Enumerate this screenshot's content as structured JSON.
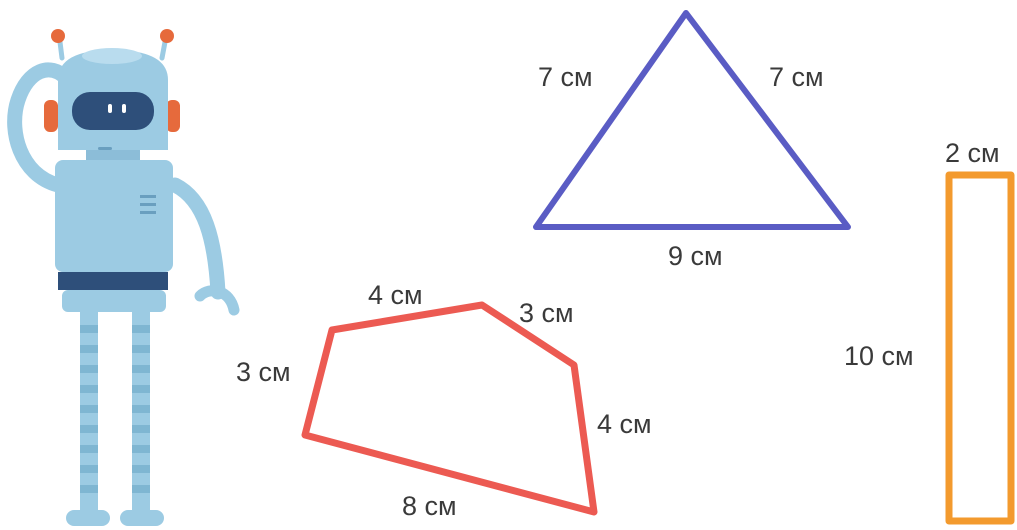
{
  "colors": {
    "triangle": "#5a5cc4",
    "pentagon": "#ec5a52",
    "rectangle": "#f39a2e",
    "robot_body": "#9ccbe3",
    "robot_dark": "#2e4f7a",
    "robot_accent": "#e66a3c",
    "text": "#3a3a3a"
  },
  "triangle": {
    "left_side": "7 см",
    "right_side": "7 см",
    "base": "9 см"
  },
  "pentagon": {
    "top_left_side": "4 см",
    "top_right_side": "3 см",
    "left_side": "3 см",
    "right_side": "4 см",
    "bottom_side": "8 см"
  },
  "rectangle": {
    "width": "2 см",
    "height": "10 см"
  },
  "robot": {
    "icon": "robot-thinking"
  }
}
